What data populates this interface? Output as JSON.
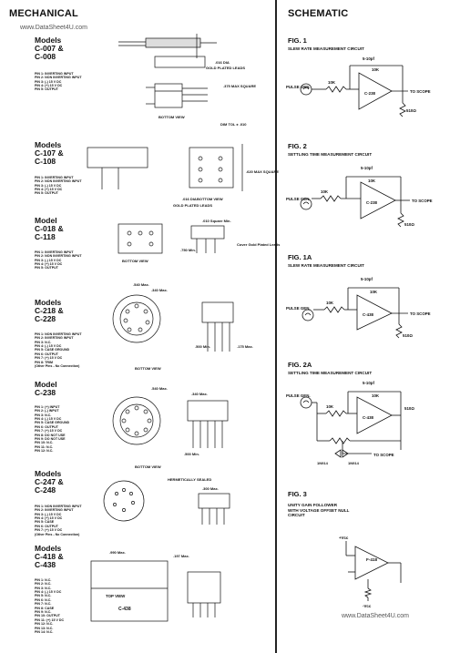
{
  "header": {
    "left_title": "MECHANICAL",
    "right_title": "SCHEMATIC",
    "watermark_top": "www.DataSheet4U.com",
    "watermark_bottom": "www.DataSheet4U.com"
  },
  "mechanical": [
    {
      "model_line1": "Models",
      "model_line2": "C-007 &",
      "model_line3": "C-008",
      "pins": [
        "PIN 1: INVERTING INPUT",
        "PIN 2: NON INVERTING INPUT",
        "PIN 3: (-) 15 V DC",
        "PIN 4: (+) 15 V DC",
        "PIN 5: OUTPUT"
      ],
      "notes": [
        "BOTTOM VIEW",
        "DIM TOL ± .010",
        ".016 DIA",
        "GOLD PLATED LEADS",
        ".375 MAX SQUARE"
      ]
    },
    {
      "model_line1": "Models",
      "model_line2": "C-107 &",
      "model_line3": "C-108",
      "pins": [
        "PIN 1: INVERTING INPUT",
        "PIN 2: NON INVERTING INPUT",
        "PIN 3: (-) 15 V DC",
        "PIN 4: (+) 15 V DC",
        "PIN 5: OUTPUT"
      ],
      "notes": [
        ".016 DIA",
        "GOLD PLATED LEADS",
        "BOTTOM VIEW",
        ".620 MAX SQUARE"
      ]
    },
    {
      "model_line1": "Model",
      "model_line2": "C-018 &",
      "model_line3": "C-118",
      "pins": [
        "PIN 1: INVERTING INPUT",
        "PIN 2: NON INVERTING INPUT",
        "PIN 3: (-) 15 V DC",
        "PIN 4: (+) 15 V DC",
        "PIN 5: OUTPUT"
      ],
      "notes": [
        "BOTTOM VIEW",
        ".750 Min.",
        ".010 Square Min.",
        "Cover Gold Plated Leads"
      ]
    },
    {
      "model_line1": "Models",
      "model_line2": "C-218 &",
      "model_line3": "C-228",
      "pins": [
        "PIN 1: NON INVERTING INPUT",
        "PIN 2: INVERTING INPUT",
        "PIN 3: N.C.",
        "PIN 4: (-) 15 V DC",
        "PIN 5: CASE GROUND",
        "PIN 6: OUTPUT",
        "PIN 7: (+) 15 V DC",
        "PIN 8: TRIM",
        "(Other Pins - No Connection)"
      ],
      "notes": [
        "BOTTOM VIEW",
        ".340 Max.",
        ".540 Max.",
        ".500 Min.",
        ".175 Max."
      ]
    },
    {
      "model_line1": "Model",
      "model_line2": "C-238",
      "model_line3": "",
      "pins": [
        "PIN 1: (+) INPUT",
        "PIN 2: (-) INPUT",
        "PIN 3: N.C.",
        "PIN 4: (-) 15 V DC",
        "PIN 5: CASE GROUND",
        "PIN 6: OUTPUT",
        "PIN 7: (+) 15 V DC",
        "PIN 8: DO NOT USE",
        "PIN 9: DO NOT USE",
        "PIN 10: N.C.",
        "PIN 11: N.C.",
        "PIN 12: N.C."
      ],
      "notes": [
        "BOTTOM VIEW",
        ".540 Max.",
        ".340 Max.",
        ".500 Min."
      ]
    },
    {
      "model_line1": "Models",
      "model_line2": "C-247 &",
      "model_line3": "C-248",
      "pins": [
        "PIN 1: NON INVERTING INPUT",
        "PIN 2: INVERTING INPUT",
        "PIN 3: (-) 15 V DC",
        "PIN 4: (+) 15 V DC",
        "PIN 5: CASE",
        "PIN 6: OUTPUT",
        "PIN 7: (+) 15 V DC",
        "(Other Pins - No Connection)"
      ],
      "notes": [
        "HERMETICALLY SEALED",
        ".300 Max."
      ]
    },
    {
      "model_line1": "Models",
      "model_line2": "C-418 &",
      "model_line3": "C-438",
      "pins": [
        "PIN 1: N.C.",
        "PIN 2: N.C.",
        "PIN 3: N.C.",
        "PIN 4: (-) 15 V DC",
        "PIN 5: N.C.",
        "PIN 6: N.C.",
        "PIN 7: N.C.",
        "PIN 8: CASE",
        "PIN 9: N.C.",
        "PIN 10: OUTPUT",
        "PIN 11: (+) 15 V DC",
        "PIN 12: N.C.",
        "PIN 13: N.C.",
        "PIN 14: N.C."
      ],
      "notes": [
        "TOP VIEW",
        "C-438",
        ".990 Max.",
        ".197 Max."
      ]
    }
  ],
  "schematic": [
    {
      "fig": "FIG. 1",
      "caption": "SLEW RATE MEASUREMENT CIRCUIT",
      "part": "C-238",
      "cap": "5-10pf",
      "r1": "10K",
      "r2": "10K",
      "rl": "510Ω",
      "input": "PULSE GEN.",
      "output": "TO SCOPE"
    },
    {
      "fig": "FIG. 2",
      "caption": "SETTLING TIME MEASUREMENT CIRCUIT",
      "part": "C-238",
      "cap": "5-10pf",
      "r1": "10K",
      "r2": "10K",
      "rl": "510Ω",
      "input": "PULSE GEN.",
      "output": "TO SCOPE"
    },
    {
      "fig": "FIG. 1A",
      "caption": "SLEW RATE MEASUREMENT CIRCUIT",
      "part": "C-438",
      "cap": "5-10pf",
      "r1": "10K",
      "r2": "10K",
      "rl": "510Ω",
      "input": "PULSE GEN.",
      "output": "TO SCOPE"
    },
    {
      "fig": "FIG. 2A",
      "caption": "SETTLING TIME MEASUREMENT CIRCUIT",
      "part": "C-438",
      "cap": "5-10pf",
      "r1": "10K",
      "r2": "10K",
      "rl": "510Ω",
      "input": "PULSE GEN.",
      "output": "TO SCOPE",
      "diode1": "1N914",
      "diode2": "1N914"
    },
    {
      "fig": "FIG. 3",
      "caption_line1": "UNITY GAIN FOLLOWER",
      "caption_line2": "WITH VOLTAGE OFFSET NULL",
      "caption_line3": "CIRCUIT",
      "part": "F-418",
      "pos": "+Vcc",
      "neg": "-Vcc"
    }
  ]
}
